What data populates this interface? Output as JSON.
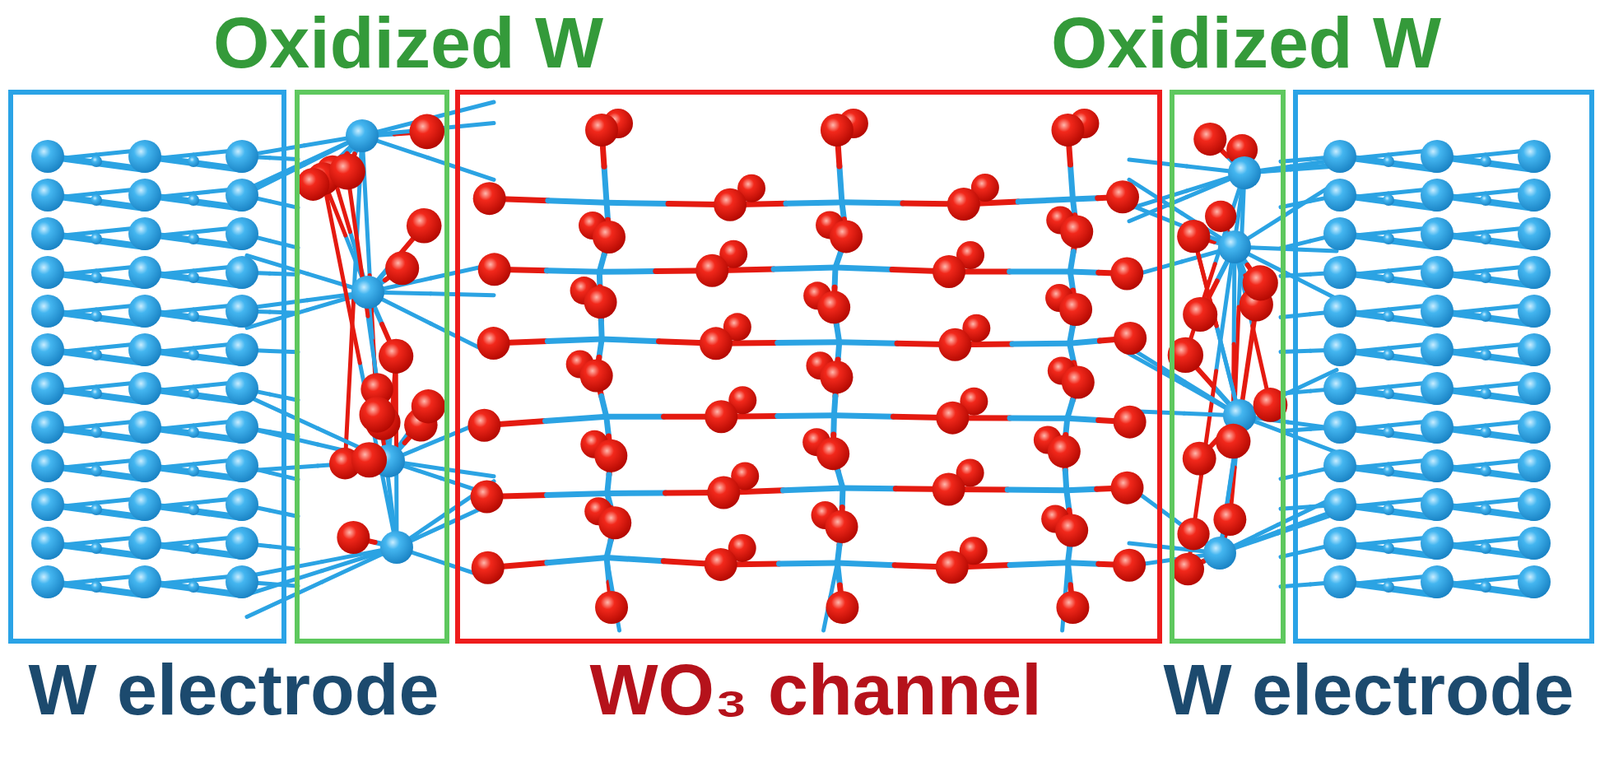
{
  "diagram": {
    "nodes": [
      {
        "text": [
          "W electrode"
        ]
      },
      {
        "text": [
          "Oxidized W"
        ]
      },
      {
        "text": [
          "WO₃ channel"
        ]
      },
      {
        "text": [
          "Oxidized W"
        ]
      },
      {
        "text": [
          "W electrode"
        ]
      }
    ]
  }
}
